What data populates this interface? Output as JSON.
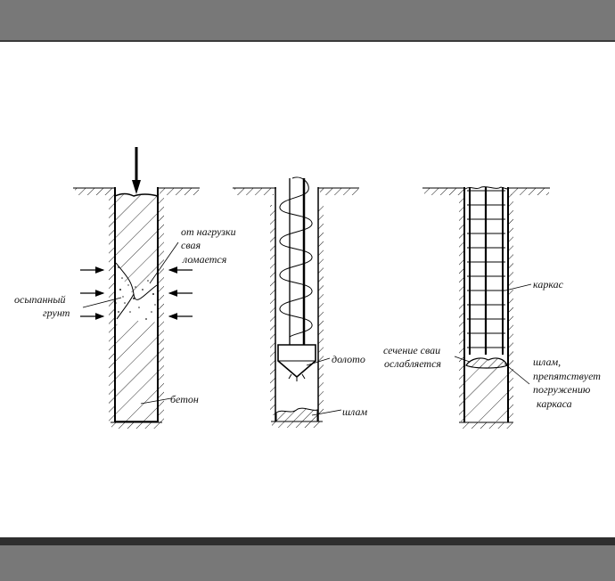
{
  "labels": {
    "crumbled_soil_1": "осыпанный",
    "crumbled_soil_2": "грунт",
    "load_1": "от нагрузки",
    "load_2": "свая",
    "load_3": "ломается",
    "concrete": "бетон",
    "bit": "долото",
    "sludge": "шлам",
    "section_1": "сечение сваи",
    "section_2": "ослабляется",
    "cage": "каркас",
    "sludge_note_1": "шлам,",
    "sludge_note_2": "препятствует",
    "sludge_note_3": "погружению",
    "sludge_note_4": "каркаса"
  }
}
